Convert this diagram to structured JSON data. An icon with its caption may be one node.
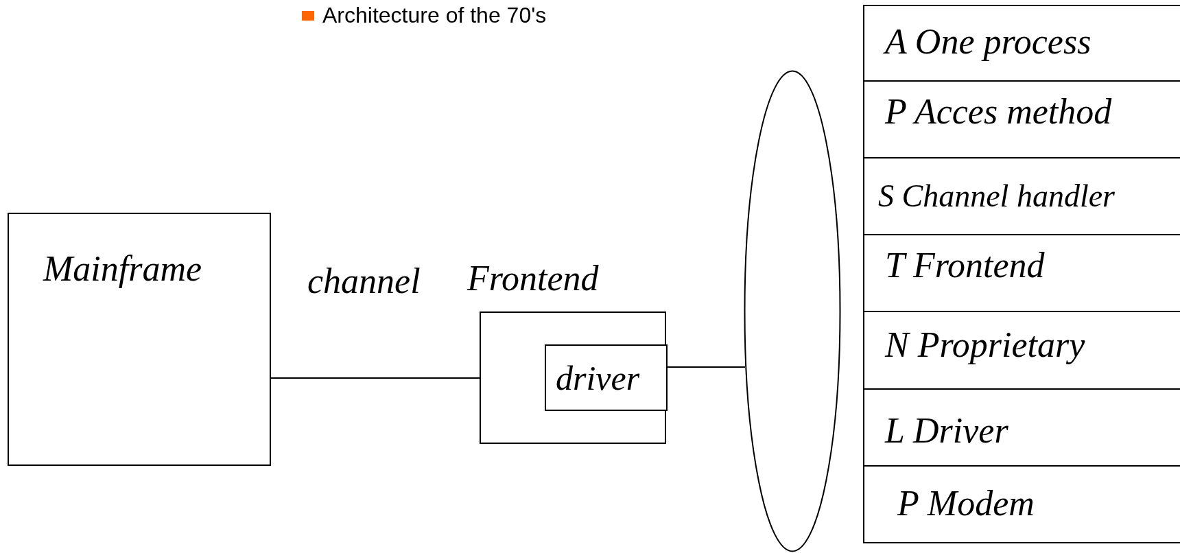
{
  "diagram": {
    "title": "Architecture of the 70's",
    "nodes": [
      {
        "text": [
          "Mainframe"
        ]
      },
      {
        "text": [
          "Frontend"
        ]
      },
      {
        "text": [
          "driver"
        ],
        "in": 1
      },
      {
        "text": [],
        "shape": "ellipse"
      },
      {
        "text": [
          "A One process"
        ]
      },
      {
        "text": [
          "P Acces method"
        ]
      },
      {
        "text": [
          "S Channel handler"
        ]
      },
      {
        "text": [
          "T Frontend"
        ]
      },
      {
        "text": [
          "N Proprietary"
        ]
      },
      {
        "text": [
          "L Driver"
        ]
      },
      {
        "text": [
          "P Modem"
        ]
      }
    ],
    "edges": [
      {
        "from": 0,
        "to": 1,
        "arrow": "none",
        "label": "channel"
      },
      {
        "from": 2,
        "to": 3,
        "arrow": "none"
      }
    ]
  }
}
